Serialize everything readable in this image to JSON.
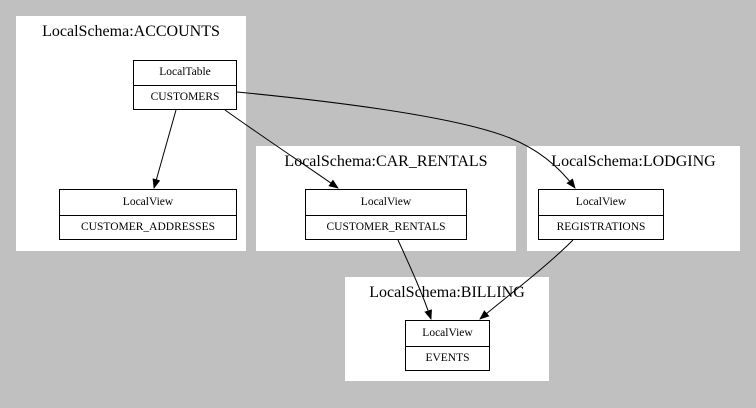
{
  "clusters": {
    "accounts": {
      "title": "LocalSchema:ACCOUNTS"
    },
    "car_rentals": {
      "title": "LocalSchema:CAR_RENTALS"
    },
    "lodging": {
      "title": "LocalSchema:LODGING"
    },
    "billing": {
      "title": "LocalSchema:BILLING"
    }
  },
  "nodes": {
    "customers": {
      "kind": "LocalTable",
      "name": "CUSTOMERS"
    },
    "customer_addresses": {
      "kind": "LocalView",
      "name": "CUSTOMER_ADDRESSES"
    },
    "customer_rentals": {
      "kind": "LocalView",
      "name": "CUSTOMER_RENTALS"
    },
    "registrations": {
      "kind": "LocalView",
      "name": "REGISTRATIONS"
    },
    "events": {
      "kind": "LocalView",
      "name": "EVENTS"
    }
  },
  "edges": [
    {
      "from": "CUSTOMERS",
      "to": "CUSTOMER_ADDRESSES"
    },
    {
      "from": "CUSTOMERS",
      "to": "CUSTOMER_RENTALS"
    },
    {
      "from": "CUSTOMERS",
      "to": "REGISTRATIONS"
    },
    {
      "from": "CUSTOMER_RENTALS",
      "to": "EVENTS"
    },
    {
      "from": "REGISTRATIONS",
      "to": "EVENTS"
    }
  ],
  "colors": {
    "background": "#c0c0c0",
    "cluster": "#ffffff",
    "line": "#000000"
  }
}
